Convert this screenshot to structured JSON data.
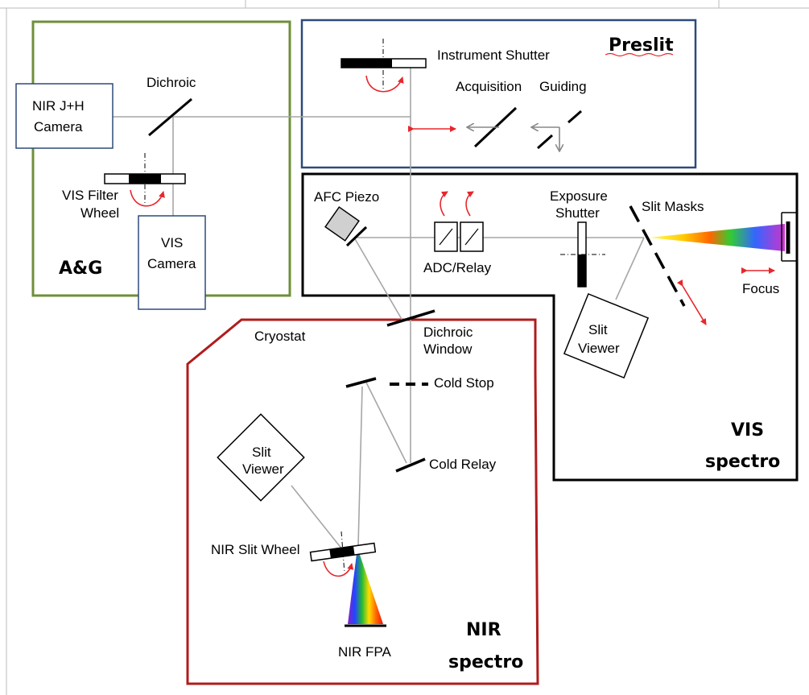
{
  "panels": {
    "ag": {
      "title": "A&G",
      "color": "#6f8f3a"
    },
    "preslit": {
      "title": "Preslit",
      "color": "#2e4a7a"
    },
    "vis": {
      "title_line1": "VIS",
      "title_line2": "spectro",
      "color": "#000000"
    },
    "nir": {
      "title_line1": "NIR",
      "title_line2": "spectro",
      "color": "#b01c1c"
    }
  },
  "labels": {
    "nir_camera_1": "NIR J+H",
    "nir_camera_2": "Camera",
    "dichroic": "Dichroic",
    "vis_filter_1": "VIS Filter",
    "vis_filter_2": "Wheel",
    "vis_camera_1": "VIS",
    "vis_camera_2": "Camera",
    "instrument_shutter": "Instrument Shutter",
    "acquisition": "Acquisition",
    "guiding": "Guiding",
    "afc_piezo": "AFC Piezo",
    "exposure_1": "Exposure",
    "exposure_2": "Shutter",
    "slit_masks": "Slit Masks",
    "adc_relay": "ADC/Relay",
    "focus": "Focus",
    "slit_viewer_vis_1": "Slit",
    "slit_viewer_vis_2": "Viewer",
    "cryostat": "Cryostat",
    "dichroic_window_1": "Dichroic",
    "dichroic_window_2": "Window",
    "cold_stop": "Cold Stop",
    "cold_relay": "Cold Relay",
    "slit_viewer_nir_1": "Slit",
    "slit_viewer_nir_2": "Viewer",
    "nir_slit_wheel": "NIR Slit Wheel",
    "nir_fpa": "NIR FPA"
  },
  "colors": {
    "beam": "#a6a6a6",
    "motion_arrow": "#e8262b",
    "underline": "#e8262b"
  }
}
